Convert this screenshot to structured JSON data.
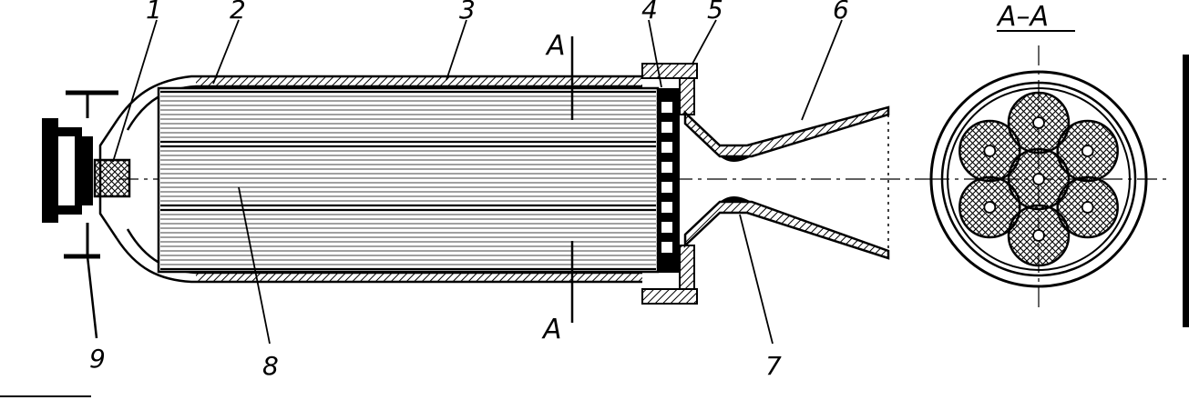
{
  "labels": {
    "l1": "1",
    "l2": "2",
    "l3": "3",
    "l4": "4",
    "l5": "5",
    "l6": "6",
    "l7": "7",
    "l8": "8",
    "l9": "9",
    "section_top": "A",
    "section_bottom": "A",
    "section_title": "A–A"
  },
  "colors": {
    "ink": "#000000",
    "paper": "#ffffff"
  }
}
